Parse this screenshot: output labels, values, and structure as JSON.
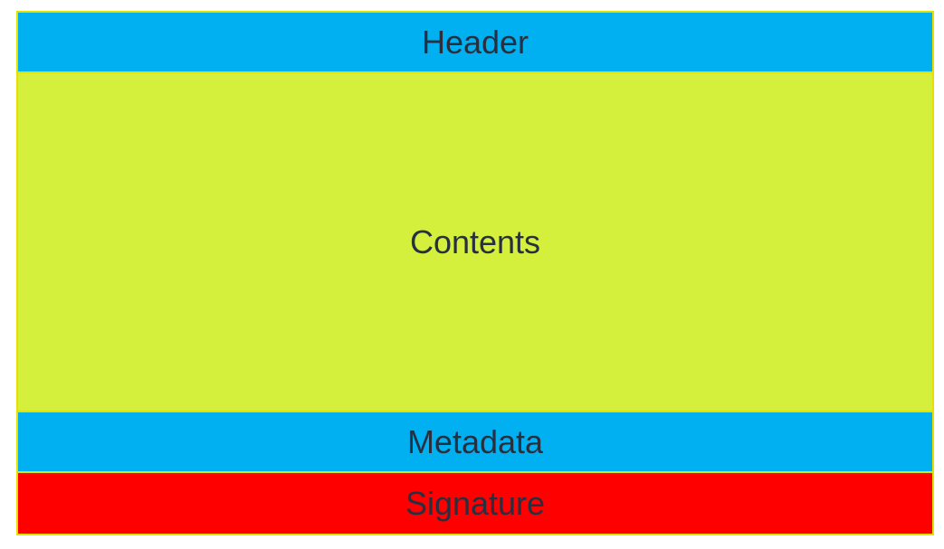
{
  "blocks": {
    "header": {
      "label": "Header",
      "color": "#00b0f0"
    },
    "contents": {
      "label": "Contents",
      "color": "#d4ef3c"
    },
    "metadata": {
      "label": "Metadata",
      "color": "#00b0f0"
    },
    "signature": {
      "label": "Signature",
      "color": "#ff0000"
    }
  }
}
